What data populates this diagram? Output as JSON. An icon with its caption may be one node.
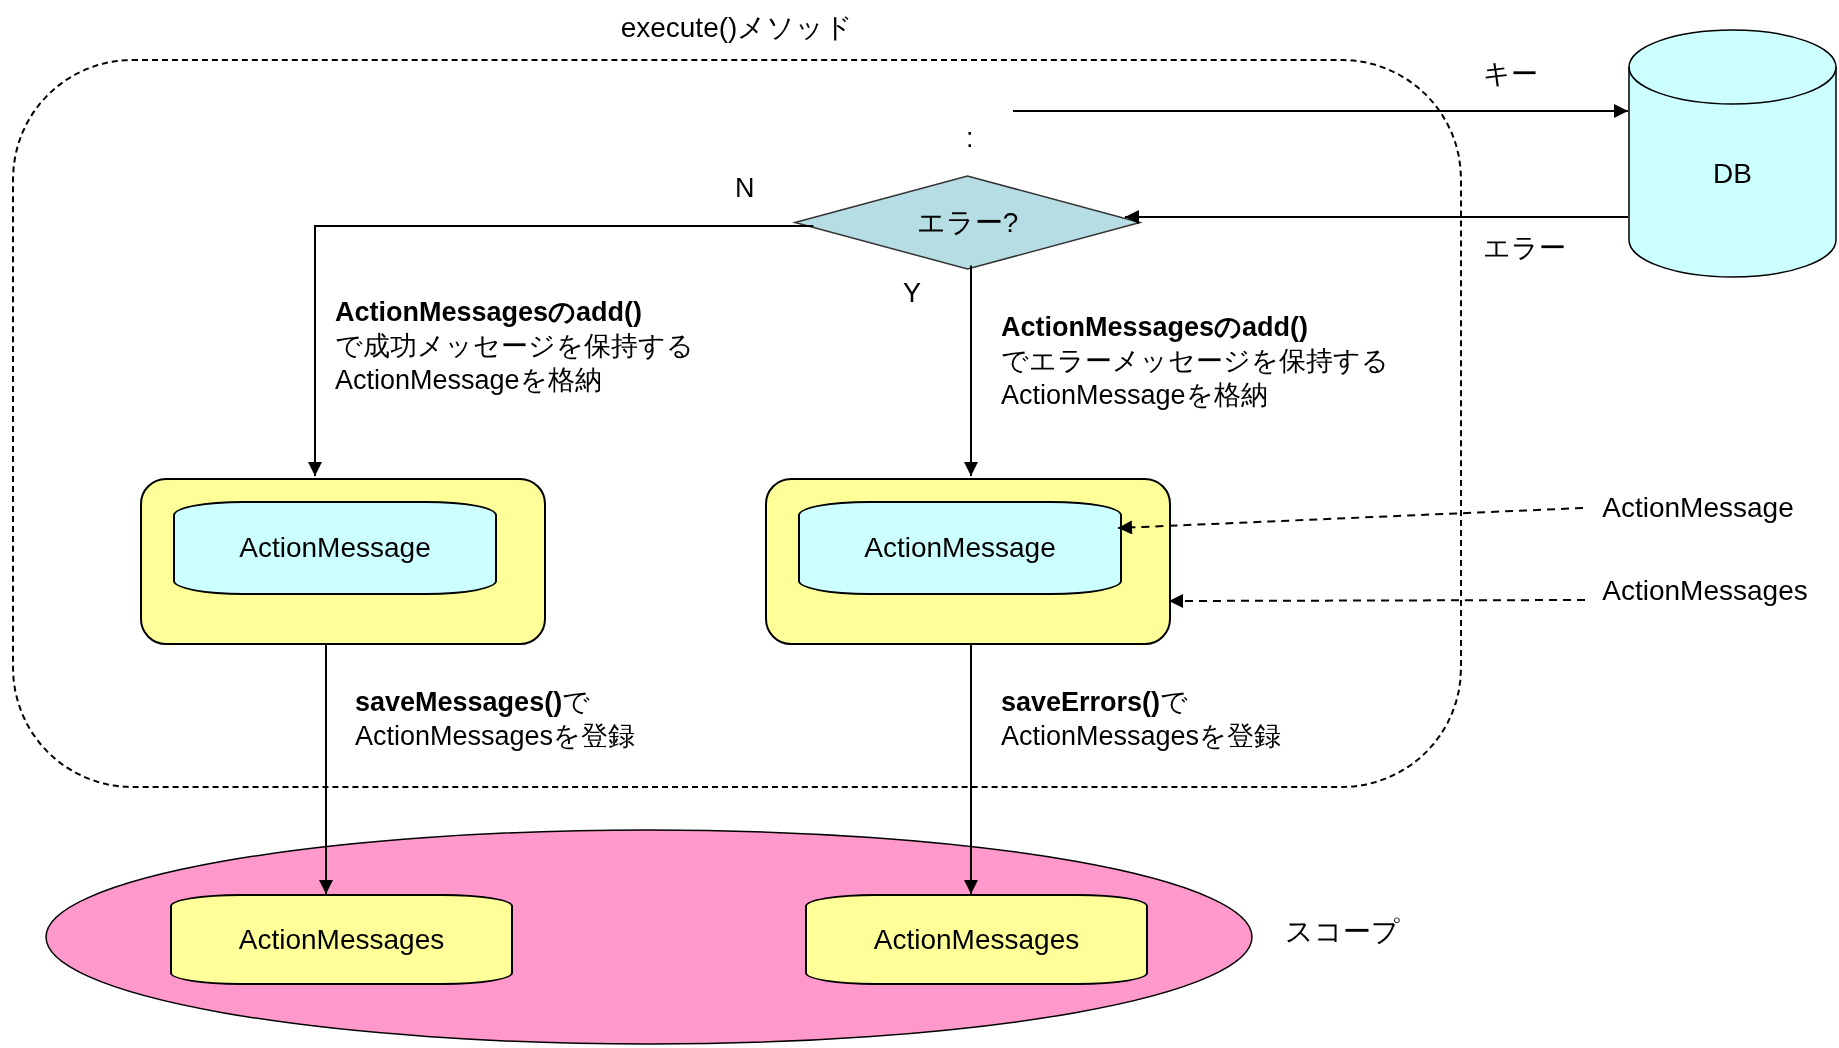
{
  "diagram": {
    "nodes": [
      {
        "text": [
          "execute()メソッド"
        ]
      },
      {
        "text": [
          "DB"
        ]
      },
      {
        "text": [
          "エラー?"
        ],
        "in": 0
      },
      {
        "text": [],
        "shape": "box",
        "in": 0
      },
      {
        "text": [
          "ActionMessage"
        ],
        "in": 3
      },
      {
        "text": [],
        "shape": "box",
        "in": 0
      },
      {
        "text": [
          "ActionMessage"
        ],
        "in": 5
      },
      {
        "text": [
          "ActionMessage"
        ]
      },
      {
        "text": [
          "ActionMessages"
        ]
      },
      {
        "text": [],
        "shape": "ellipse",
        "beside": [
          "スコープ"
        ]
      },
      {
        "text": [
          "ActionMessages"
        ],
        "in": 9
      },
      {
        "text": [
          "ActionMessages"
        ],
        "in": 9
      }
    ],
    "edges": [
      {
        "from": null,
        "to": 1,
        "arrow": "to",
        "label": "キー"
      },
      {
        "from": 1,
        "to": 2,
        "arrow": "to",
        "label": "エラー"
      },
      {
        "from": 2,
        "to": 3,
        "arrow": "to",
        "label": "N"
      },
      {
        "from": 2,
        "to": 5,
        "arrow": "to",
        "label": "Y"
      },
      {
        "from": 7,
        "to": 6,
        "arrow": "to",
        "style": "dashed"
      },
      {
        "from": 8,
        "to": 5,
        "arrow": "to",
        "style": "dashed"
      },
      {
        "from": 3,
        "to": 10,
        "arrow": "to",
        "label": "**saveMessages()**で ActionMessagesを登録"
      },
      {
        "from": 5,
        "to": 11,
        "arrow": "to",
        "label": "**saveErrors()**で ActionMessagesを登録"
      }
    ],
    "labels": [
      ":",
      "**ActionMessagesのadd()** で成功メッセージを保持する ActionMessageを格納",
      "**ActionMessagesのadd()** でエラーメッセージを保持する ActionMessageを格納"
    ]
  }
}
